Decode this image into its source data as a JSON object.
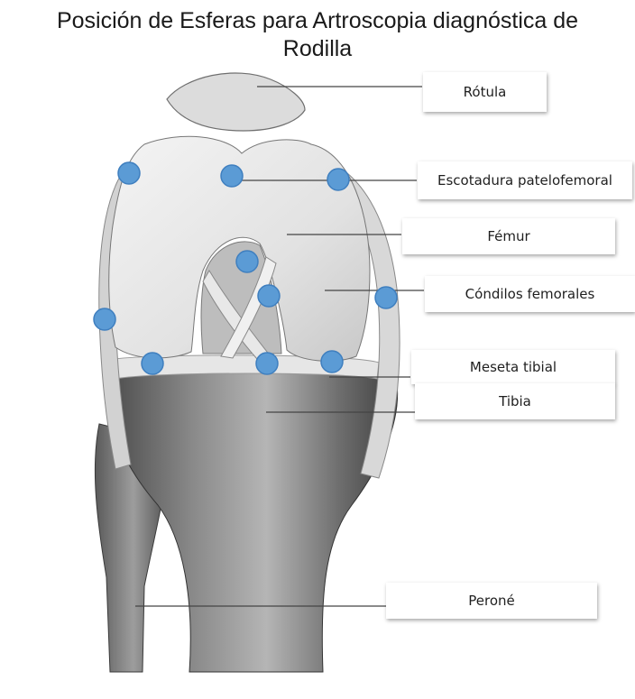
{
  "title": {
    "line1": "Posición de Esferas para Artroscopia diagnóstica de",
    "line2": "Rodilla"
  },
  "labels": {
    "rotula": "Rótula",
    "escotadura": "Escotadura patelofemoral",
    "femur": "Fémur",
    "condilos": "Cóndilos femorales",
    "meseta": "Meseta tibial",
    "tibia": "Tibia",
    "perone": "Peroné"
  },
  "colors": {
    "sphere_fill": "#5b9bd5",
    "sphere_stroke": "#3f7fbf",
    "leader_line": "#444444"
  }
}
